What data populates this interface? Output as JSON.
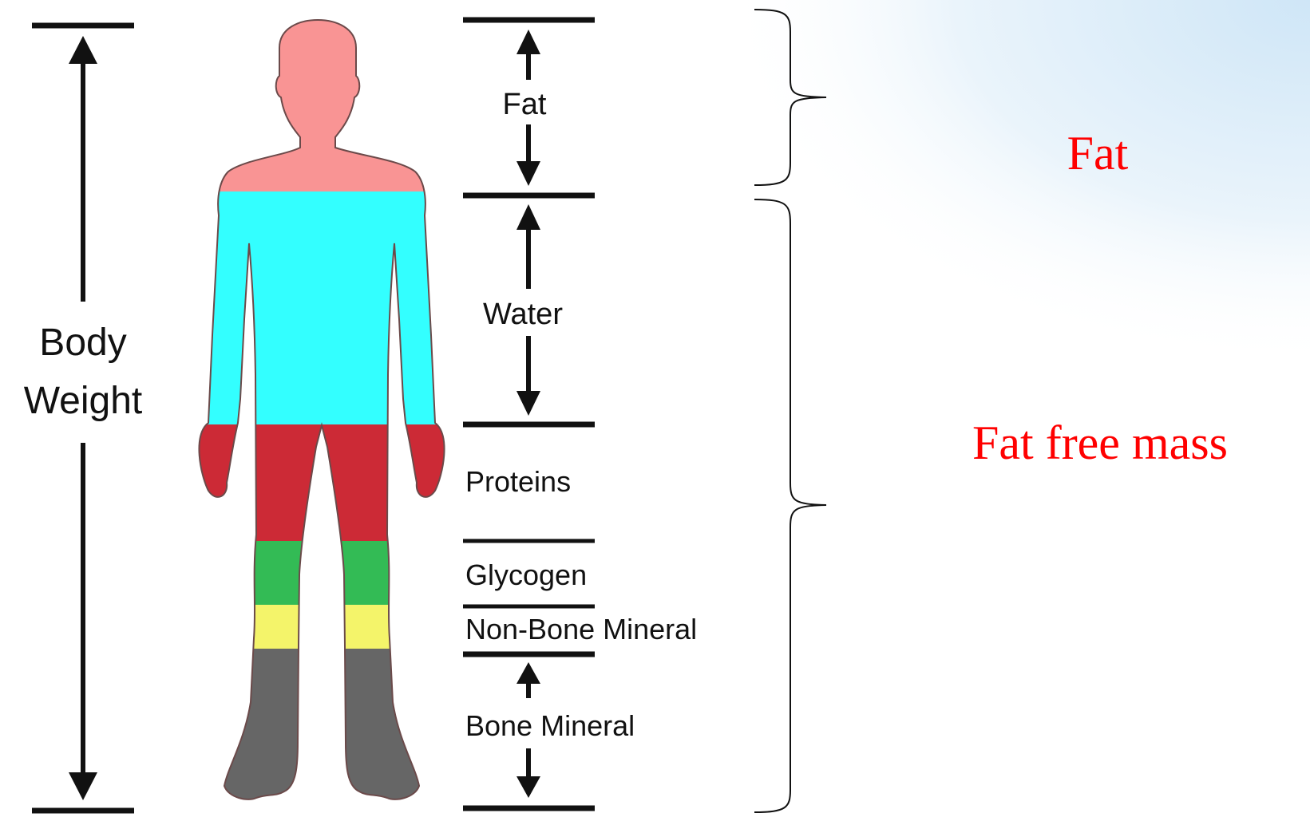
{
  "diagram": {
    "total_label": [
      "Body",
      "Weight"
    ],
    "components": [
      "Fat",
      "Water",
      "Proteins",
      "Glycogen",
      "Non-Bone Mineral",
      "Bone Mineral"
    ],
    "groups": [
      "Fat",
      "Fat free mass"
    ]
  },
  "colors": {
    "fat": "#f99494",
    "water": "#33ffff",
    "proteins": "#cc2a36",
    "glycogen": "#33bb55",
    "non_bone_mineral": "#f4f46a",
    "bone_mineral": "#666666",
    "outline": "#6b4a4a",
    "group_text": "#ff0000",
    "lines": "#111111"
  }
}
